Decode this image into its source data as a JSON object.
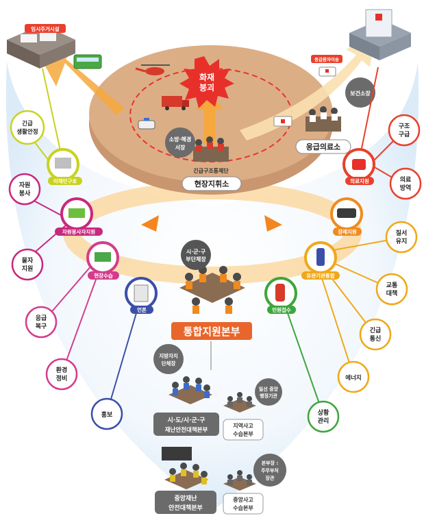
{
  "center": {
    "fire": [
      "화재",
      "붕괴"
    ],
    "site_command": "현장지휘소",
    "site_command_sub": "긴급구조통제단",
    "fire_chief": [
      "소방·해경",
      "서장"
    ],
    "emergency_clinic": "응급의료소",
    "health_center": "보건소장",
    "shelter_sign": "임시주거시설",
    "hospital_sign": "응급환자이송"
  },
  "hq": {
    "title": "통합지원본부",
    "chief": [
      "시·군·구",
      "부단체장"
    ]
  },
  "left_units": {
    "evacuation": "이재민구호",
    "volunteer": "자원봉사자지원",
    "site_recovery": "현장수습",
    "press": "언론"
  },
  "right_units": {
    "medical": "의료지원",
    "funeral": "장례지원",
    "agency": "유관기관통합",
    "complaint": "민원접수"
  },
  "left_tasks": [
    [
      "긴급",
      "생활안정"
    ],
    [
      "자원",
      "봉사"
    ],
    [
      "물자",
      "지원"
    ],
    [
      "응급",
      "복구"
    ],
    [
      "환경",
      "정비"
    ],
    [
      "홍보"
    ]
  ],
  "right_tasks": [
    [
      "구조",
      "구급"
    ],
    [
      "의료",
      "방역"
    ],
    [
      "질서",
      "유지"
    ],
    [
      "교통",
      "대책"
    ],
    [
      "긴급",
      "통신"
    ],
    [
      "에너지"
    ],
    [
      "상황",
      "관리"
    ]
  ],
  "hierarchy": {
    "local_chief": [
      "지방자치",
      "단체장"
    ],
    "local_hq": [
      "시·도/시·군·구",
      "재난안전대책본부"
    ],
    "central_agency": [
      "일선 중앙",
      "행정기관"
    ],
    "regional_hq": [
      "지역사고",
      "수습본부"
    ],
    "central_hq": [
      "중앙재난",
      "안전대책본부"
    ],
    "minister": [
      "본부장 :",
      "주무부처",
      "장관"
    ],
    "central_accident_hq": [
      "중앙사고",
      "수습본부"
    ]
  },
  "colors": {
    "yellow": "#c8d21e",
    "magenta": "#c8287e",
    "pink": "#d43c8c",
    "blue": "#3c4fa8",
    "red": "#e8402c",
    "orange": "#f08a1e",
    "gold": "#f0a818",
    "green": "#3ca63c",
    "banner": "#e8662c",
    "disc": "#dcae86"
  }
}
